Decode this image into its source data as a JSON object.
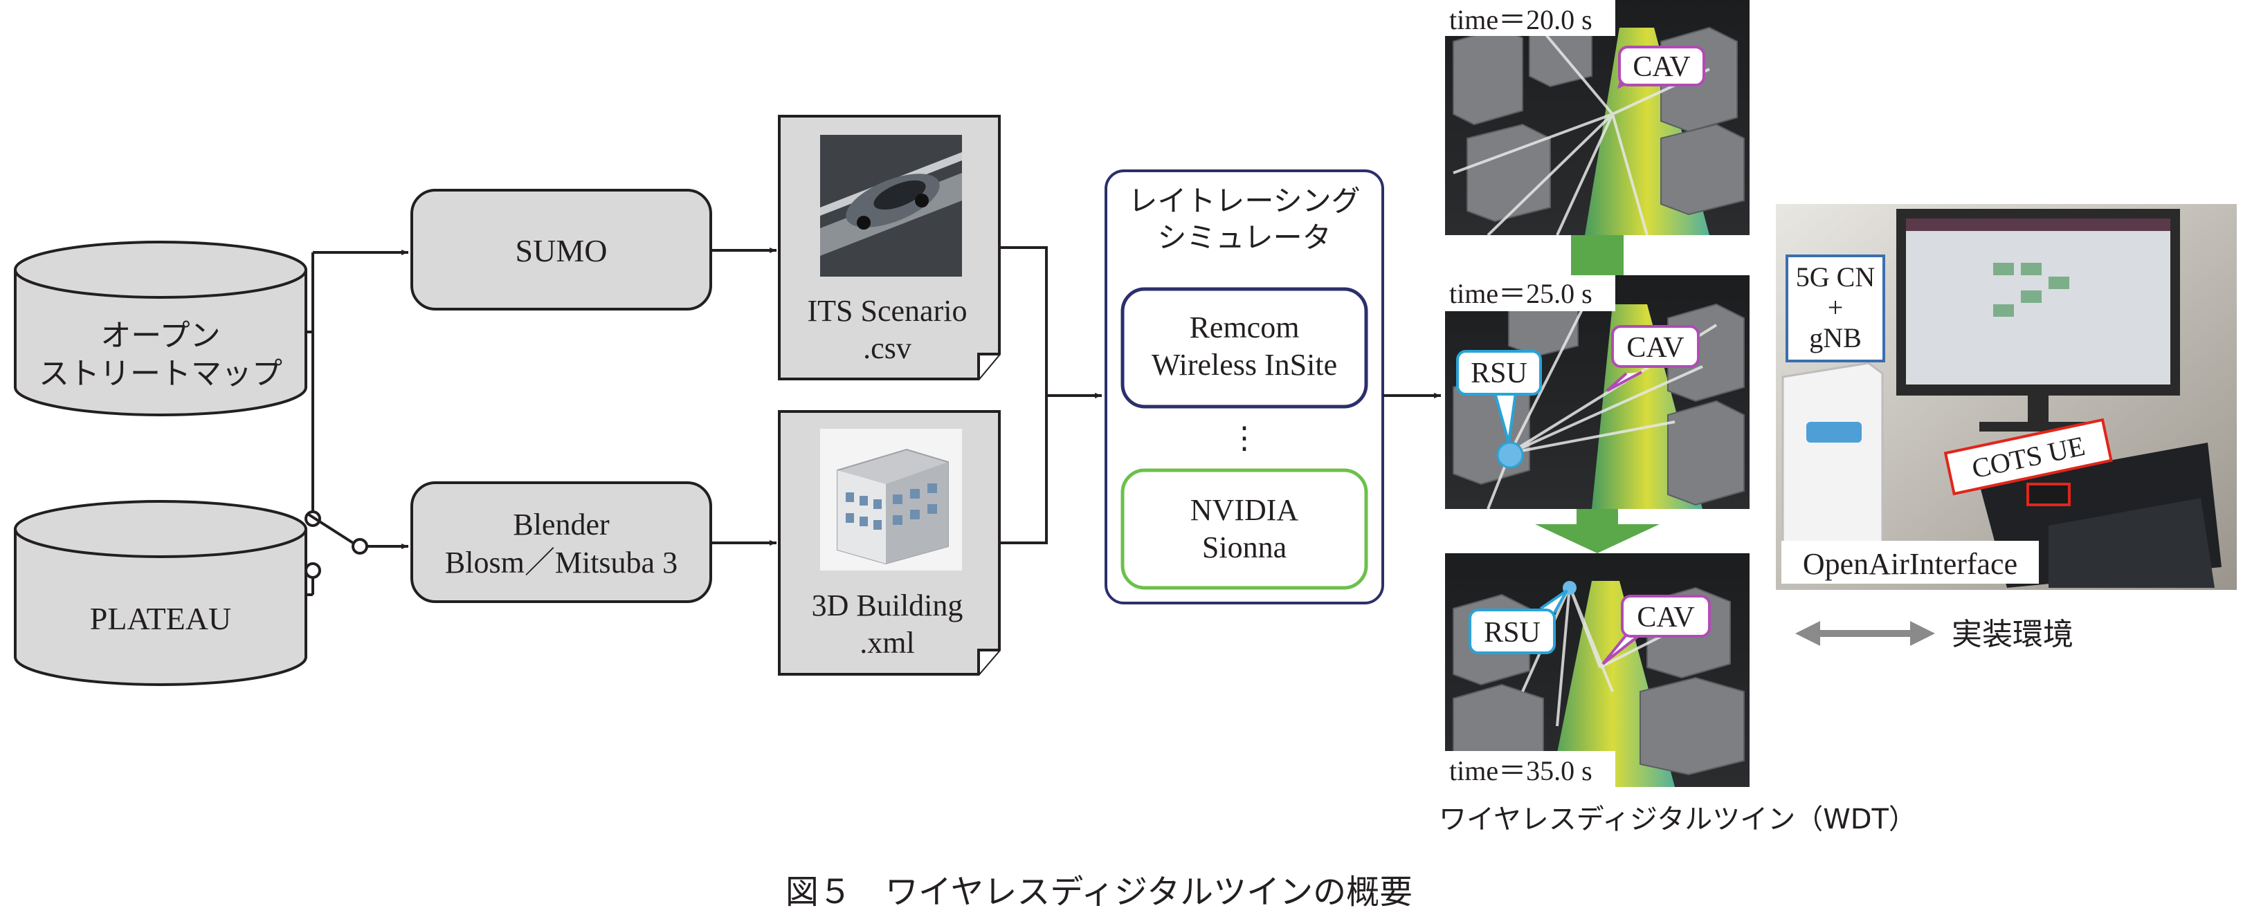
{
  "sources": {
    "osm_line1": "オープン",
    "osm_line2": "ストリートマップ",
    "plateau": "PLATEAU"
  },
  "tools": {
    "sumo": "SUMO",
    "blender_line1": "Blender",
    "blender_line2": "Blosm／Mitsuba 3"
  },
  "files": {
    "scenario_line1": "ITS Scenario",
    "scenario_line2": ".csv",
    "building_line1": "3D Building",
    "building_line2": ".xml"
  },
  "raytracer": {
    "title_line1": "レイトレーシング",
    "title_line2": "シミュレータ",
    "remcom_line1": "Remcom",
    "remcom_line2": "Wireless InSite",
    "ellipsis": "⋮",
    "sionna_line1": "NVIDIA",
    "sionna_line2": "Sionna"
  },
  "wdt": {
    "time1": "time＝20.0 s",
    "time2": "time＝25.0 s",
    "time3": "time＝35.0 s",
    "cav": "CAV",
    "rsu": "RSU",
    "caption": "ワイヤレスディジタルツイン（WDT）"
  },
  "testbed": {
    "cn_line1": "5G CN",
    "cn_line2": "+",
    "cn_line3": "gNB",
    "ue": "COTS UE",
    "oai": "OpenAirInterface",
    "legend": "実装環境"
  },
  "figure_caption": "図５　ワイヤレスディジタルツインの概要",
  "colors": {
    "box_fill": "#d9d9d9",
    "remcom_border": "#2b2f6b",
    "sionna_border": "#6cc04a",
    "green_arrow": "#5aa84a",
    "rsu_border": "#29a3d9",
    "cav_border": "#b14bb5",
    "ue_border": "#e1251b",
    "cn_border": "#3a6fb0"
  }
}
